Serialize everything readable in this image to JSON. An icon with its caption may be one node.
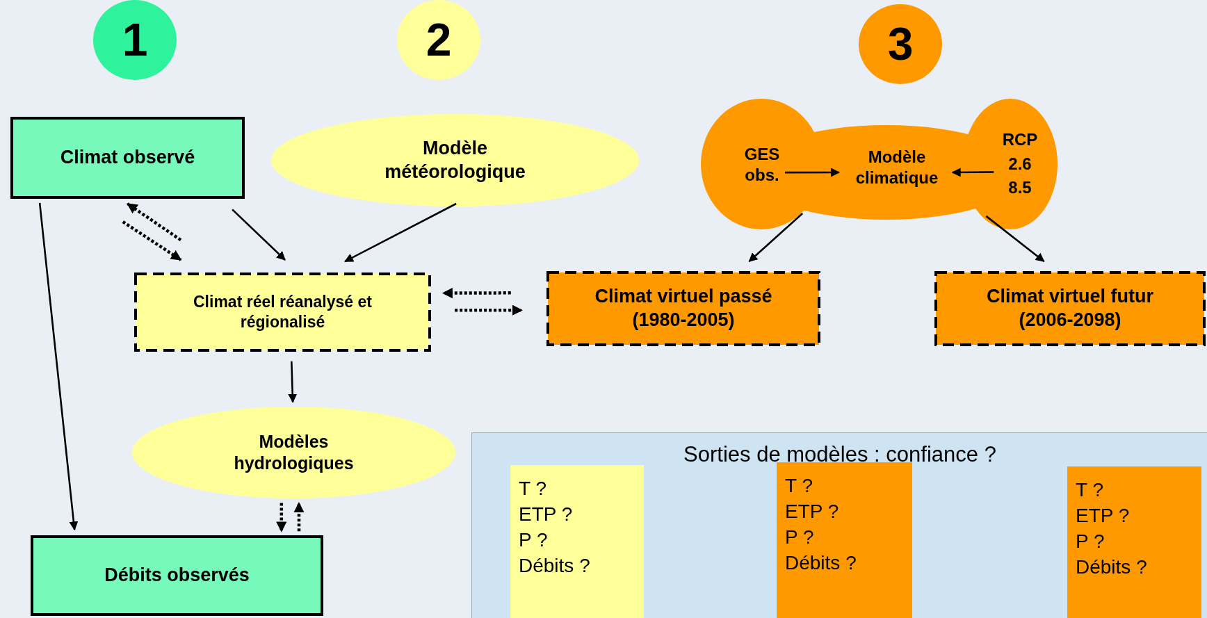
{
  "diagram": {
    "nodes": [
      {
        "text": [
          "1"
        ]
      },
      {
        "text": [
          "2"
        ]
      },
      {
        "text": [
          "3"
        ]
      },
      {
        "text": [
          "Climat observé"
        ]
      },
      {
        "text": [
          "Modèle météorologique"
        ]
      },
      {
        "text": [
          "Climat réel réanalysé et régionalisé"
        ]
      },
      {
        "text": [],
        "shape": "cloud"
      },
      {
        "text": [
          "GES obs."
        ],
        "in": 6
      },
      {
        "text": [
          "Modèle climatique"
        ],
        "in": 6
      },
      {
        "text": [
          "RCP 2.6 8.5"
        ],
        "in": 6
      },
      {
        "text": [
          "Climat virtuel passé (1980-2005)"
        ]
      },
      {
        "text": [
          "Climat virtuel futur (2006-2098)"
        ]
      },
      {
        "text": [
          "Modèles hydrologiques"
        ]
      },
      {
        "text": [
          "Débits observés"
        ]
      },
      {
        "text": [
          "Sorties de modèles : confiance ?"
        ]
      },
      {
        "text": [
          "T ?",
          "ETP ?",
          "P ?",
          "Débits ?"
        ],
        "in": 14
      },
      {
        "text": [
          "T ?",
          "ETP ?",
          "P ?",
          "Débits ?"
        ],
        "in": 14
      },
      {
        "text": [
          "T ?",
          "ETP ?",
          "P ?",
          "Débits ?"
        ],
        "in": 14
      }
    ],
    "edges": [
      {
        "from": 3,
        "to": 13,
        "arrow": "to"
      },
      {
        "from": 5,
        "to": 3,
        "arrow": "to",
        "style": "dashed"
      },
      {
        "from": 3,
        "to": 5,
        "arrow": "to",
        "style": "dashed"
      },
      {
        "from": 3,
        "to": 5,
        "arrow": "to"
      },
      {
        "from": 4,
        "to": 5,
        "arrow": "to"
      },
      {
        "from": 10,
        "to": 5,
        "arrow": "to",
        "style": "dashed"
      },
      {
        "from": 5,
        "to": 10,
        "arrow": "to",
        "style": "dashed"
      },
      {
        "from": 7,
        "to": 8,
        "arrow": "to"
      },
      {
        "from": 9,
        "to": 8,
        "arrow": "to"
      },
      {
        "from": 6,
        "to": 10,
        "arrow": "to"
      },
      {
        "from": 6,
        "to": 11,
        "arrow": "to"
      },
      {
        "from": 5,
        "to": 12,
        "arrow": "to"
      },
      {
        "from": 12,
        "to": 13,
        "arrow": "to",
        "style": "dashed"
      },
      {
        "from": 13,
        "to": 12,
        "arrow": "to",
        "style": "dashed"
      }
    ]
  }
}
